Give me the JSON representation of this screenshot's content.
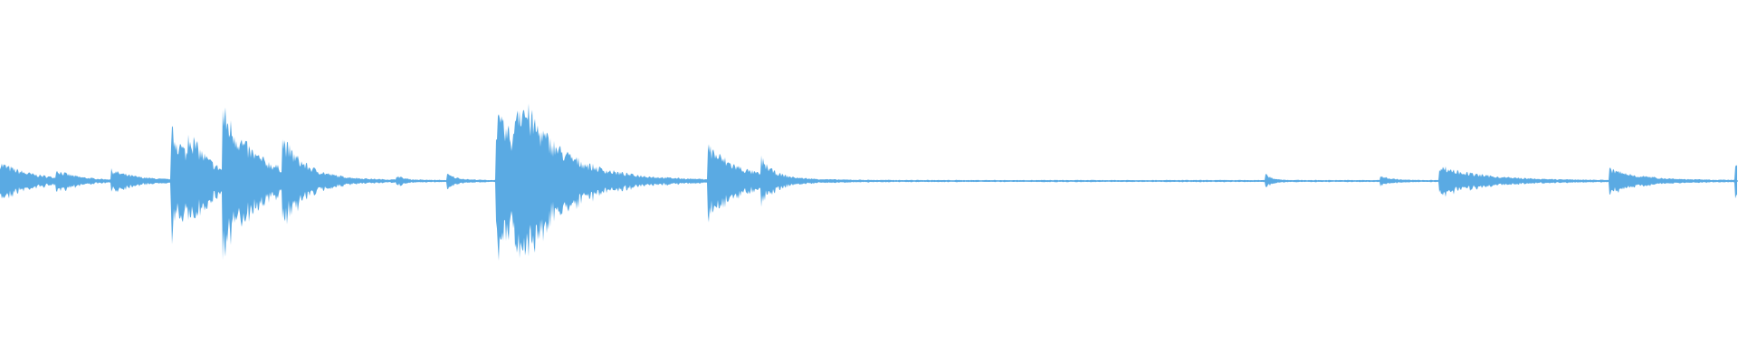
{
  "waveform": {
    "color": "#5aaae3",
    "icon": "audio-waveform",
    "bursts": [
      {
        "t": 0.0,
        "amp": 0.11,
        "decay": 0.018
      },
      {
        "t": 0.032,
        "amp": 0.05,
        "decay": 0.01
      },
      {
        "t": 0.064,
        "amp": 0.06,
        "decay": 0.014
      },
      {
        "t": 0.098,
        "amp": 0.32,
        "decay": 0.016
      },
      {
        "t": 0.108,
        "amp": 0.16,
        "decay": 0.01
      },
      {
        "t": 0.128,
        "amp": 0.38,
        "decay": 0.02
      },
      {
        "t": 0.162,
        "amp": 0.2,
        "decay": 0.012
      },
      {
        "t": 0.228,
        "amp": 0.03,
        "decay": 0.004
      },
      {
        "t": 0.257,
        "amp": 0.04,
        "decay": 0.006
      },
      {
        "t": 0.285,
        "amp": 0.4,
        "decay": 0.028
      },
      {
        "t": 0.296,
        "amp": 0.34,
        "decay": 0.02
      },
      {
        "t": 0.407,
        "amp": 0.22,
        "decay": 0.018
      },
      {
        "t": 0.438,
        "amp": 0.1,
        "decay": 0.006
      },
      {
        "t": 0.728,
        "amp": 0.04,
        "decay": 0.004
      },
      {
        "t": 0.794,
        "amp": 0.03,
        "decay": 0.006
      },
      {
        "t": 0.828,
        "amp": 0.09,
        "decay": 0.024
      },
      {
        "t": 0.926,
        "amp": 0.07,
        "decay": 0.018
      },
      {
        "t": 0.998,
        "amp": 0.12,
        "decay": 0.004
      }
    ],
    "noise_floor": 0.006,
    "seed": 7
  }
}
